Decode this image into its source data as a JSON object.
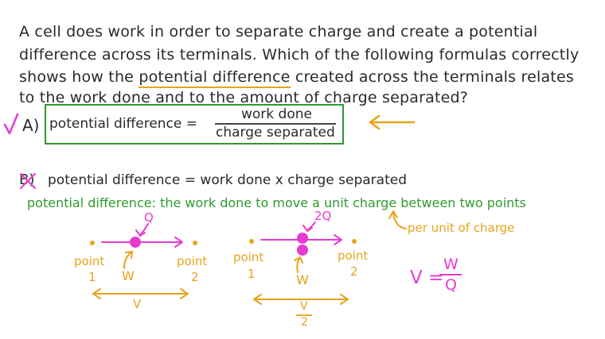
{
  "question": {
    "line1": "A cell does work in order to separate charge and create a potential",
    "line2": "difference across its terminals. Which of the following formulas correctly",
    "line3_a": "shows how the",
    "line3_highlight": "potential difference",
    "line3_b": "created across the terminals relates",
    "line4": "to the work done and to the amount of charge separated?"
  },
  "option_a": {
    "label": "A)",
    "lhs": "potential difference =",
    "numerator": "work done",
    "denominator": "charge separated"
  },
  "option_b": {
    "label": "B)",
    "text": "potential difference = work done x charge separated"
  },
  "definition": {
    "text": "potential difference:  the work done to move a unit charge between two points",
    "note": "per unit of charge"
  },
  "diagram_left": {
    "charge": "Q",
    "point1": "point",
    "point1_num": "1",
    "point2": "point",
    "point2_num": "2",
    "work": "W",
    "distance": "V"
  },
  "diagram_right": {
    "charge": "2Q",
    "point1": "point",
    "point1_num": "1",
    "point2": "point",
    "point2_num": "2",
    "work": "W",
    "dist_num": "V",
    "dist_den": "2"
  },
  "final_formula": {
    "lhs": "V =",
    "numerator": "W",
    "denominator": "Q"
  },
  "colors": {
    "green": "#2e9a2e",
    "orange": "#e8a31c",
    "pink": "#e63ad0",
    "text": "#2a2a2a"
  }
}
